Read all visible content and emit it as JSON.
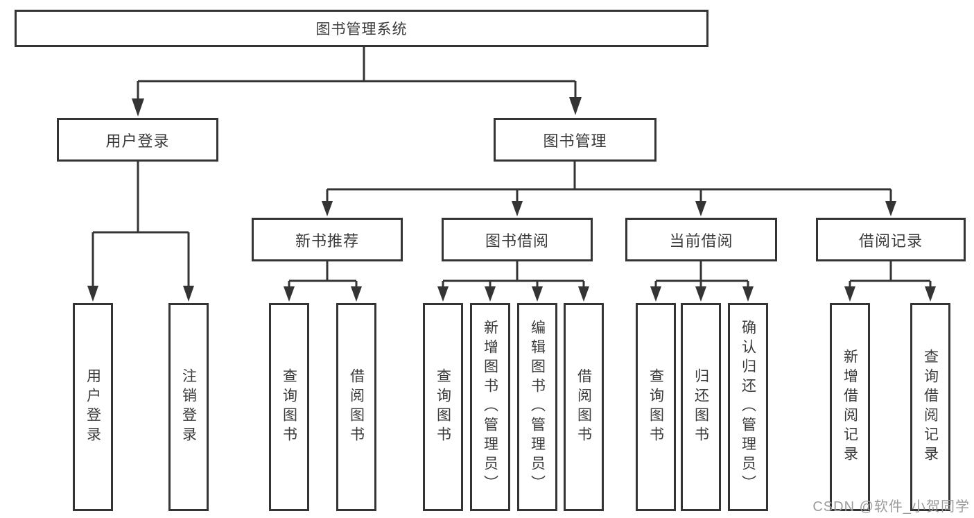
{
  "diagram": {
    "root": {
      "label": "图书管理系统"
    },
    "level2": [
      {
        "label": "用户登录"
      },
      {
        "label": "图书管理"
      }
    ],
    "level3": [
      {
        "label": "新书推荐"
      },
      {
        "label": "图书借阅"
      },
      {
        "label": "当前借阅"
      },
      {
        "label": "借阅记录"
      }
    ],
    "leaves": {
      "user_login": [
        {
          "label": "用户登录"
        },
        {
          "label": "注销登录"
        }
      ],
      "new_book_recommend": [
        {
          "label": "查询图书"
        },
        {
          "label": "借阅图书"
        }
      ],
      "book_borrow": [
        {
          "label": "查询图书"
        },
        {
          "label": "新增图书（管理员）"
        },
        {
          "label": "编辑图书（管理员）"
        },
        {
          "label": "借阅图书"
        }
      ],
      "current_borrow": [
        {
          "label": "查询图书"
        },
        {
          "label": "归还图书"
        },
        {
          "label": "确认归还（管理员）"
        }
      ],
      "borrow_records": [
        {
          "label": "新增借阅记录"
        },
        {
          "label": "查询借阅记录"
        }
      ]
    },
    "watermark": "CSDN @软件_小贺同学",
    "colors": {
      "line": "#343434",
      "text": "#3a3a3a",
      "watermark": "#9b9b9b",
      "background": "#ffffff"
    }
  }
}
